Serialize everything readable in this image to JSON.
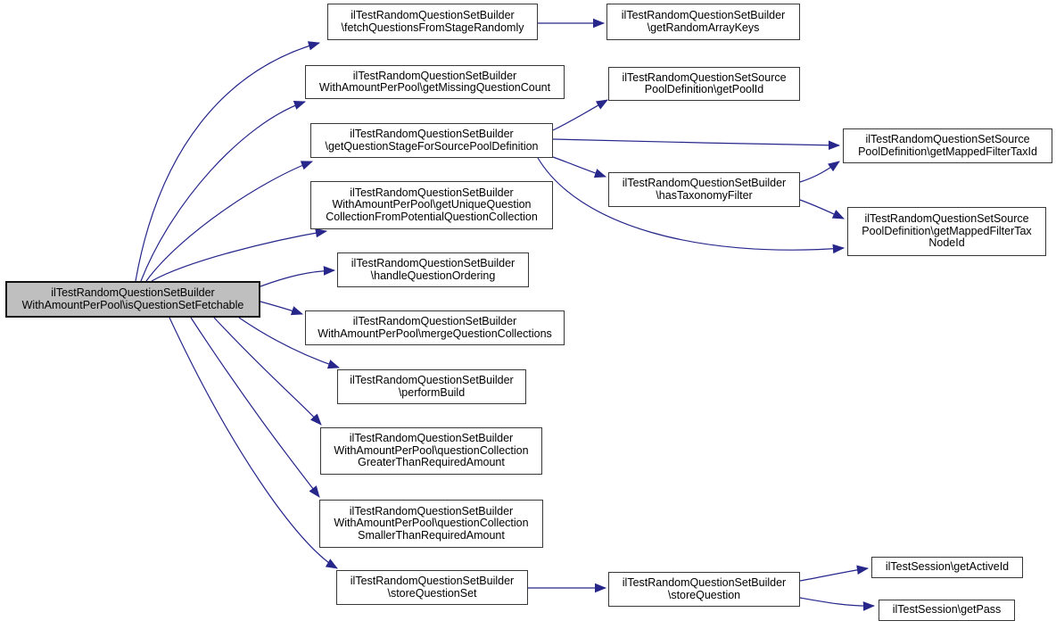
{
  "diagram": {
    "kind": "call-graph",
    "colors": {
      "edge": "#26268b",
      "node_fill": "#ffffff",
      "root_fill": "#bfbfbf",
      "border": "#383838"
    }
  },
  "nodes": {
    "root": {
      "lines": [
        "ilTestRandomQuestionSetBuilder",
        "WithAmountPerPool\\isQuestionSetFetchable"
      ]
    },
    "fetch": {
      "lines": [
        "ilTestRandomQuestionSetBuilder",
        "\\fetchQuestionsFromStageRandomly"
      ]
    },
    "missing": {
      "lines": [
        "ilTestRandomQuestionSetBuilder",
        "WithAmountPerPool\\getMissingQuestionCount"
      ]
    },
    "stage": {
      "lines": [
        "ilTestRandomQuestionSetBuilder",
        "\\getQuestionStageForSourcePoolDefinition"
      ]
    },
    "unique": {
      "lines": [
        "ilTestRandomQuestionSetBuilder",
        "WithAmountPerPool\\getUniqueQuestion",
        "CollectionFromPotentialQuestionCollection"
      ]
    },
    "ordering": {
      "lines": [
        "ilTestRandomQuestionSetBuilder",
        "\\handleQuestionOrdering"
      ]
    },
    "merge": {
      "lines": [
        "ilTestRandomQuestionSetBuilder",
        "WithAmountPerPool\\mergeQuestionCollections"
      ]
    },
    "perform": {
      "lines": [
        "ilTestRandomQuestionSetBuilder",
        "\\performBuild"
      ]
    },
    "greater": {
      "lines": [
        "ilTestRandomQuestionSetBuilder",
        "WithAmountPerPool\\questionCollection",
        "GreaterThanRequiredAmount"
      ]
    },
    "smaller": {
      "lines": [
        "ilTestRandomQuestionSetBuilder",
        "WithAmountPerPool\\questionCollection",
        "SmallerThanRequiredAmount"
      ]
    },
    "storeset": {
      "lines": [
        "ilTestRandomQuestionSetBuilder",
        "\\storeQuestionSet"
      ]
    },
    "randkeys": {
      "lines": [
        "ilTestRandomQuestionSetBuilder",
        "\\getRandomArrayKeys"
      ]
    },
    "poolid": {
      "lines": [
        "ilTestRandomQuestionSetSource",
        "PoolDefinition\\getPoolId"
      ]
    },
    "hastax": {
      "lines": [
        "ilTestRandomQuestionSetBuilder",
        "\\hasTaxonomyFilter"
      ]
    },
    "storeq": {
      "lines": [
        "ilTestRandomQuestionSetBuilder",
        "\\storeQuestion"
      ]
    },
    "taxid": {
      "lines": [
        "ilTestRandomQuestionSetSource",
        "PoolDefinition\\getMappedFilterTaxId"
      ]
    },
    "taxnode": {
      "lines": [
        "ilTestRandomQuestionSetSource",
        "PoolDefinition\\getMappedFilterTax",
        "NodeId"
      ]
    },
    "activeid": {
      "lines": [
        "ilTestSession\\getActiveId"
      ]
    },
    "getpass": {
      "lines": [
        "ilTestSession\\getPass"
      ]
    }
  },
  "edges": [
    {
      "from": "root",
      "to": "fetch"
    },
    {
      "from": "root",
      "to": "missing"
    },
    {
      "from": "root",
      "to": "stage"
    },
    {
      "from": "root",
      "to": "unique"
    },
    {
      "from": "root",
      "to": "ordering"
    },
    {
      "from": "root",
      "to": "merge"
    },
    {
      "from": "root",
      "to": "perform"
    },
    {
      "from": "root",
      "to": "greater"
    },
    {
      "from": "root",
      "to": "smaller"
    },
    {
      "from": "root",
      "to": "storeset"
    },
    {
      "from": "fetch",
      "to": "randkeys"
    },
    {
      "from": "stage",
      "to": "poolid"
    },
    {
      "from": "stage",
      "to": "taxid"
    },
    {
      "from": "stage",
      "to": "hastax"
    },
    {
      "from": "stage",
      "to": "taxnode"
    },
    {
      "from": "hastax",
      "to": "taxid"
    },
    {
      "from": "hastax",
      "to": "taxnode"
    },
    {
      "from": "storeset",
      "to": "storeq"
    },
    {
      "from": "storeq",
      "to": "activeid"
    },
    {
      "from": "storeq",
      "to": "getpass"
    }
  ]
}
